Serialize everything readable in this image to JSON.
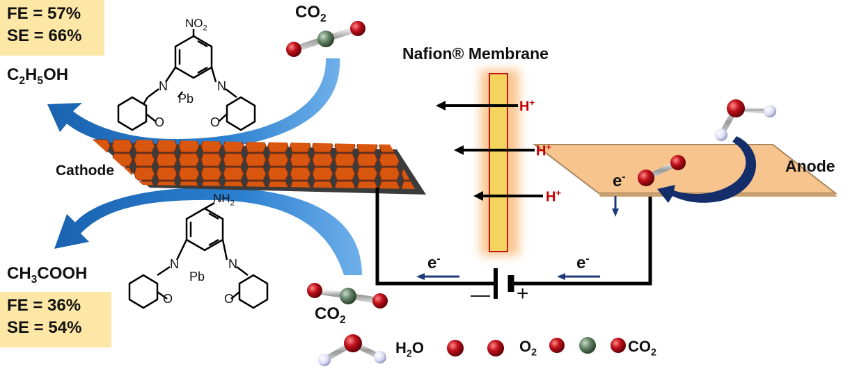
{
  "top_product": {
    "formula_main": "C",
    "sub1": "2",
    "mid": "H",
    "sub2": "5",
    "tail": "OH",
    "fe": "FE = 57%",
    "se": "SE = 66%"
  },
  "bottom_product": {
    "formula_pre": "CH",
    "sub1": "3",
    "tail": "COOH",
    "fe": "FE = 36%",
    "se": "SE = 54%"
  },
  "top_catalyst": {
    "substituent_main": "NO",
    "substituent_sub": "2",
    "n_left": "N",
    "n_right": "N",
    "metal": "Pb",
    "o_left": "O",
    "o_right": "O"
  },
  "bottom_catalyst": {
    "substituent_main": "NH",
    "substituent_sub": "2",
    "n_left": "N",
    "n_right": "N",
    "metal": "Pb",
    "o_left": "O",
    "o_right": "O"
  },
  "co2_top": {
    "main": "CO",
    "sub": "2"
  },
  "co2_bottom": {
    "main": "CO",
    "sub": "2"
  },
  "membrane_label": "Nafion® Membrane",
  "cathode_label": "Cathode",
  "anode_label": "Anode",
  "protons": [
    {
      "main": "H",
      "sup": "+"
    },
    {
      "main": "H",
      "sup": "+"
    },
    {
      "main": "H",
      "sup": "+"
    }
  ],
  "electron_anode": {
    "main": "e",
    "sup": "-"
  },
  "electron_circuit_left": {
    "main": "e",
    "sup": "-"
  },
  "electron_circuit_right": {
    "main": "e",
    "sup": "-"
  },
  "battery": {
    "minus": "—",
    "plus": "+"
  },
  "legend": {
    "water": {
      "main": "H",
      "sub": "2",
      "tail": "O"
    },
    "oxygen": {
      "main": "O",
      "sub": "2"
    },
    "co2": {
      "main": "CO",
      "sub": "2"
    }
  },
  "colors": {
    "product_box": "#fde7a6",
    "flow_arrow": "#1f6fb8",
    "cathode_tiles": "#d9560f",
    "anode_plate": "#f8c48e",
    "membrane": "#f4d35e",
    "proton_label": "#c00000",
    "electron_arrow": "#1f3a7a",
    "oxygen_atom": "#b3111a",
    "carbon_atom": "#5b7d60",
    "hydrogen_atom": "#e6e6ff"
  }
}
